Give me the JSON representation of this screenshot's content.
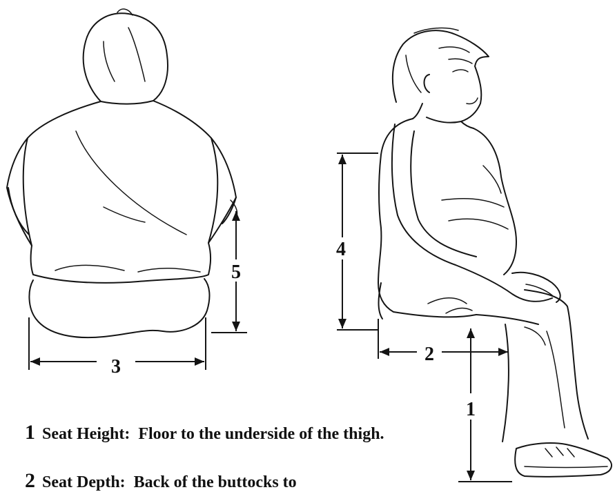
{
  "measurements": [
    {
      "number": "1",
      "name": "Seat Height:",
      "description": "Floor to the underside of the thigh."
    },
    {
      "number": "2",
      "name": "Seat Depth:",
      "description": "Back of the buttocks to"
    },
    {
      "number": "3"
    },
    {
      "number": "4"
    },
    {
      "number": "5"
    }
  ],
  "colors": {
    "ink": "#141414",
    "background": "#ffffff"
  }
}
